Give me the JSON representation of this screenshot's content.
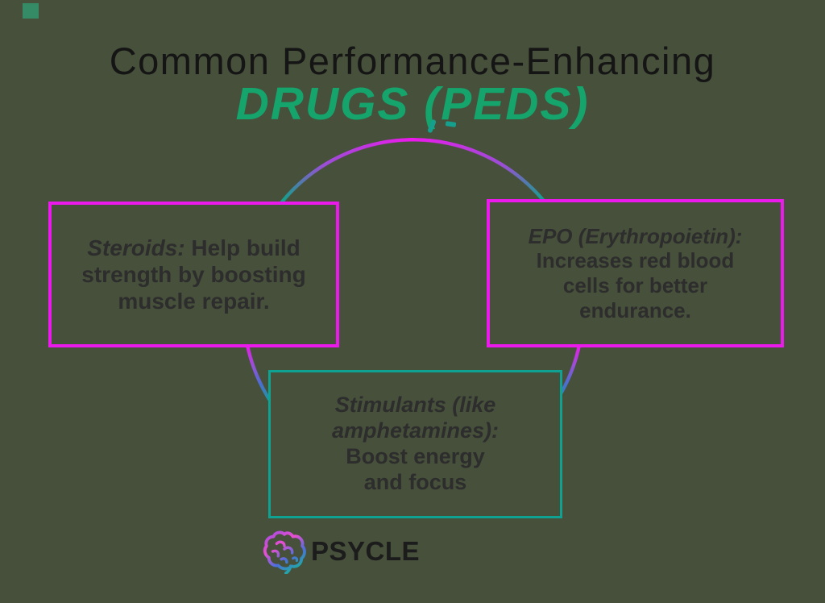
{
  "page": {
    "background_color": "#46503A",
    "corner_square_color": "#358B66"
  },
  "header": {
    "title": "Common Performance-Enhancing",
    "title_color": "#151515",
    "subtitle": "DRUGS (PEDS)",
    "subtitle_color": "#14A46C"
  },
  "nodes": {
    "steroids": {
      "border_color": "#EC19EC",
      "lines": [
        {
          "b": "Steroids:",
          "t": " Help build"
        },
        {
          "t": "strength by boosting"
        },
        {
          "t": "muscle repair."
        }
      ]
    },
    "epo": {
      "border_color": "#EC19EC",
      "lines": [
        {
          "b": "EPO (Erythropoietin):"
        },
        {
          "t": "Increases red blood"
        },
        {
          "t": "cells for better"
        },
        {
          "t": "endurance."
        }
      ]
    },
    "stimulants": {
      "border_color": "#0FA191",
      "lines": [
        {
          "b": "Stimulants (like"
        },
        {
          "b": "amphetamines):"
        },
        {
          "t": "Boost energy"
        },
        {
          "t": "and focus"
        }
      ]
    }
  },
  "connector_ring": {
    "colors": {
      "magenta": "#EC19EC",
      "purple": "#9A4FD6",
      "blue": "#4A6FD0",
      "teal": "#14A08C"
    }
  },
  "logo": {
    "text": "PSYCLE",
    "text_color": "#1C1C1C",
    "icon": "brain-gradient-icon",
    "icon_colors": [
      "#A44BE0",
      "#E94FD0",
      "#4D6EDC",
      "#16B598"
    ]
  }
}
